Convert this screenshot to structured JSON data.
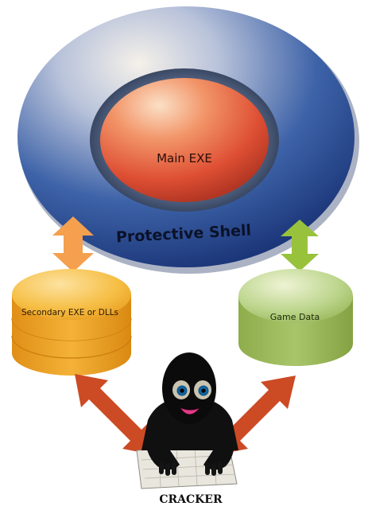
{
  "diagram": {
    "core_label": "Main EXE",
    "shell_label": "Protective Shell",
    "left_db_label": "Secondary EXE or DLLs",
    "right_db_label": "Game Data",
    "person_label": "CRACKER"
  },
  "colors": {
    "shell": "#2a56a0",
    "shell_ring": "#3b4a66",
    "core": "#e5603e",
    "left_db": "#f0a524",
    "right_db": "#9cbf57",
    "arrow_left_up": "#f4a04e",
    "arrow_right_up": "#98c23c",
    "arrow_cracker": "#cc4a24"
  }
}
